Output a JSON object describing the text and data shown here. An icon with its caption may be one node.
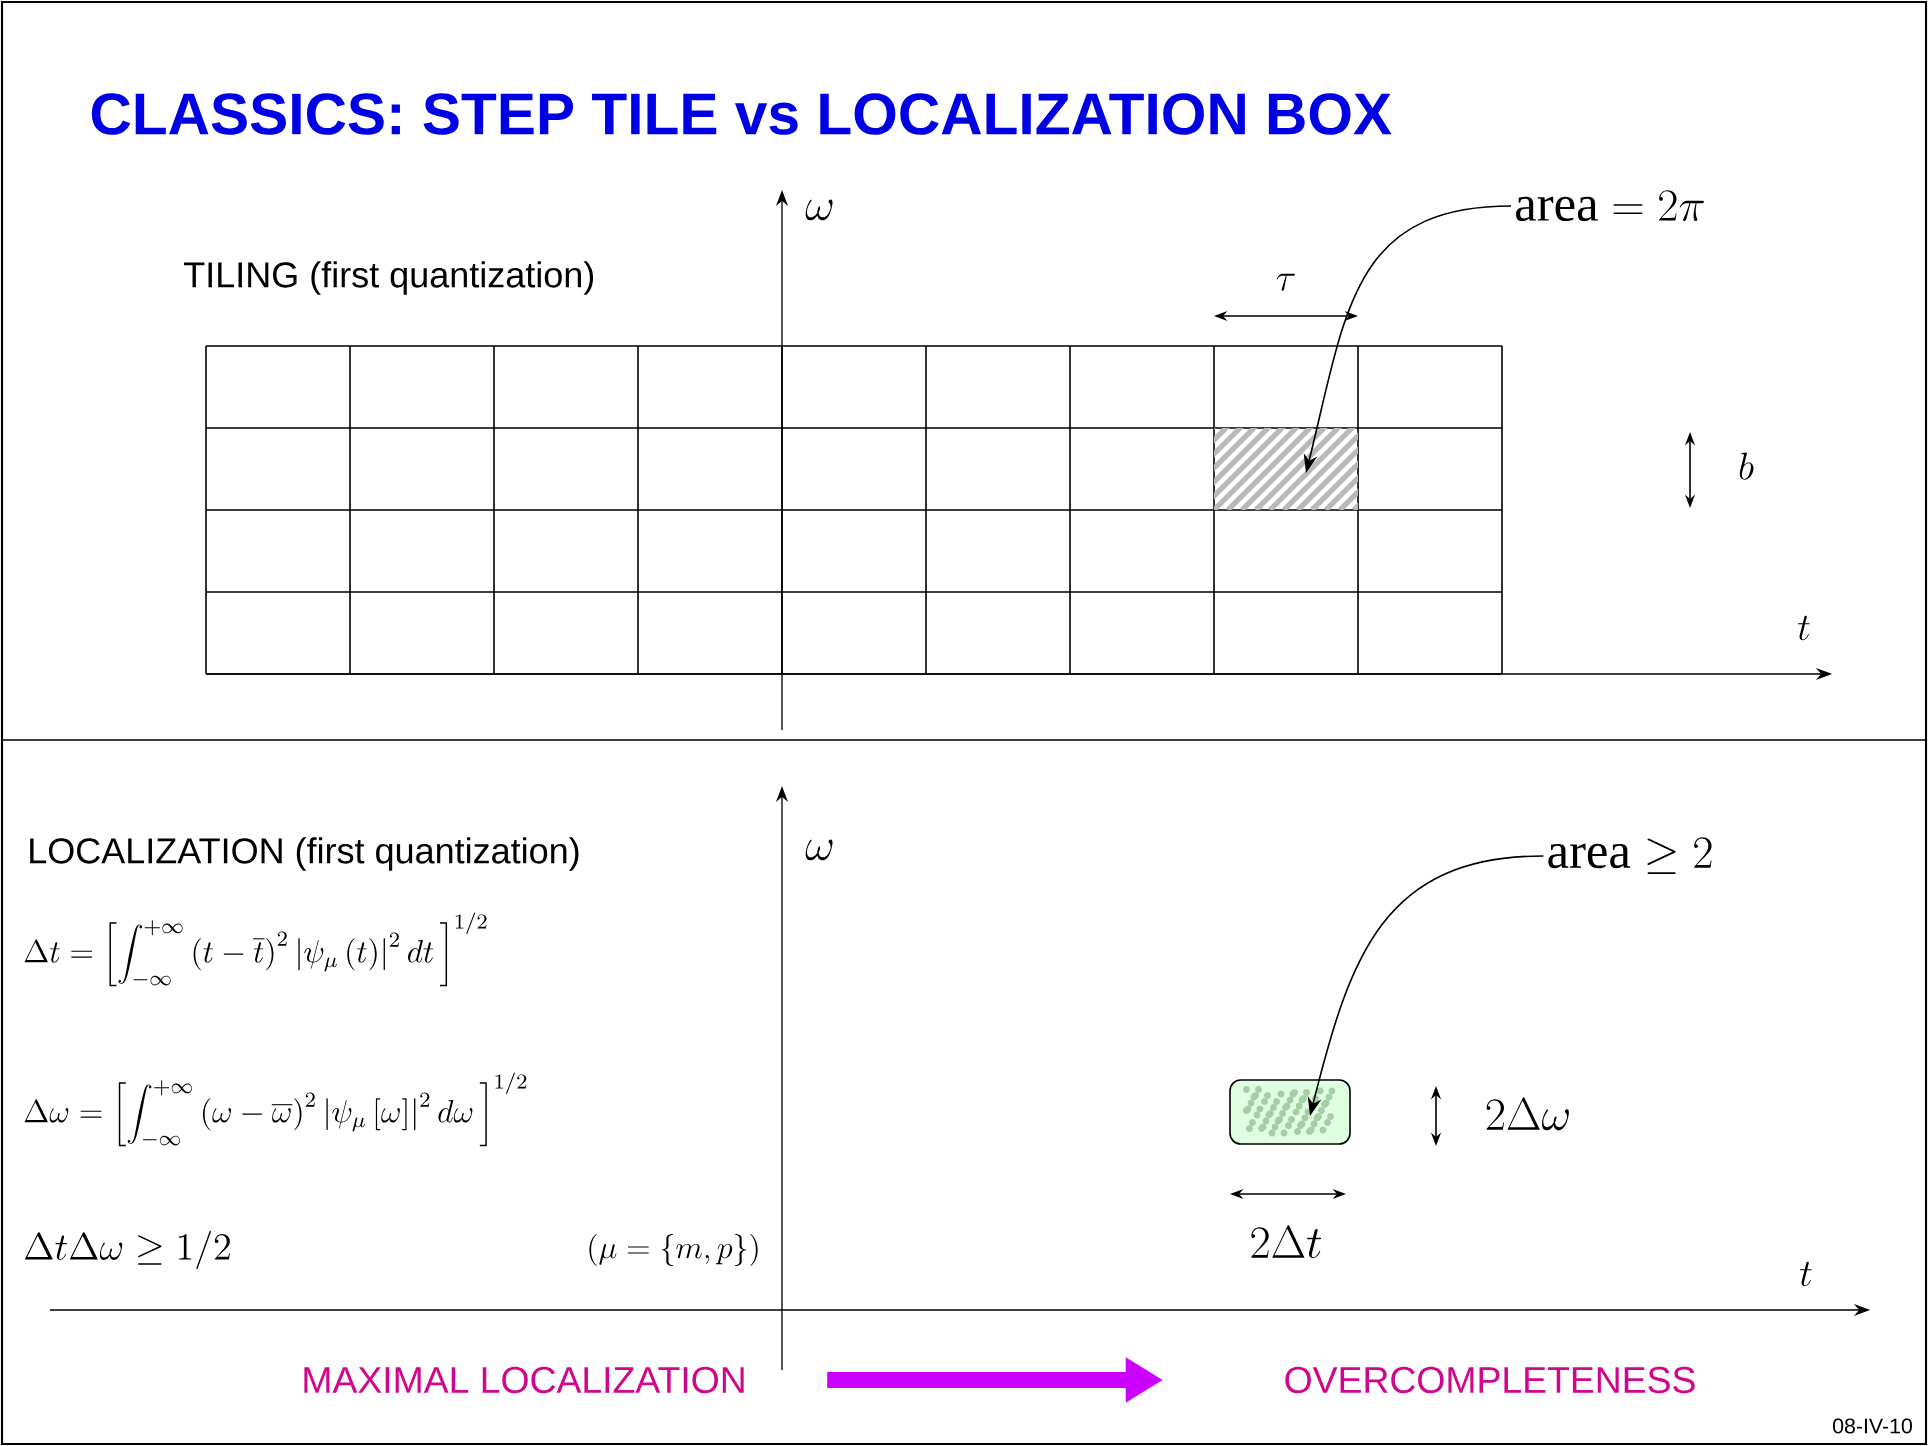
{
  "diagram": {
    "title": "CLASSICS: STEP TILE vs LOCALIZATION BOX",
    "nodes": [
      {
        "text": [
          "\\mathrm{area} = 2\\pi"
        ]
      },
      {
        "text": [],
        "shape": "box"
      },
      {
        "text": [
          "\\mathrm{area} \\geq 2"
        ]
      },
      {
        "text": [],
        "shape": "box"
      },
      {
        "text": [
          "MAXIMAL LOCALIZATION"
        ]
      },
      {
        "text": [
          "OVERCOMPLETENESS"
        ]
      }
    ],
    "edges": [
      {
        "from": 0,
        "to": 1,
        "arrow": "to"
      },
      {
        "from": 2,
        "to": 3,
        "arrow": "to"
      },
      {
        "from": 4,
        "to": 5,
        "arrow": "to",
        "style": "thick",
        "color": "#cc00ff"
      }
    ],
    "labels": [
      "\\omega",
      "TILING (first quantization)",
      "\\tau",
      "b",
      "t",
      "LOCALIZATION (first quantization)",
      "\\omega",
      "\\Delta t=\\left[\\int_{-\\infty}^{+\\infty}\\left(t-\\overline{t}\\right)^{2}\\left|\\psi_{\\mu}\\left(t\\right)\\right|^{2}dt\\,\\right]^{1/2}",
      "\\Delta\\omega=\\left[\\int_{-\\infty}^{+\\infty}\\left(\\omega-\\overline{\\omega}\\right)^{2}\\left|\\psi_{\\mu}\\left[\\omega\\right]\\right|^{2}d\\omega\\,\\right]^{1/2}",
      "\\Delta t\\Delta\\omega\\geq 1/2",
      "(\\mu=\\{m,p\\})",
      "2\\Delta\\omega",
      "2\\Delta t",
      "t",
      "08-IV-10"
    ]
  }
}
